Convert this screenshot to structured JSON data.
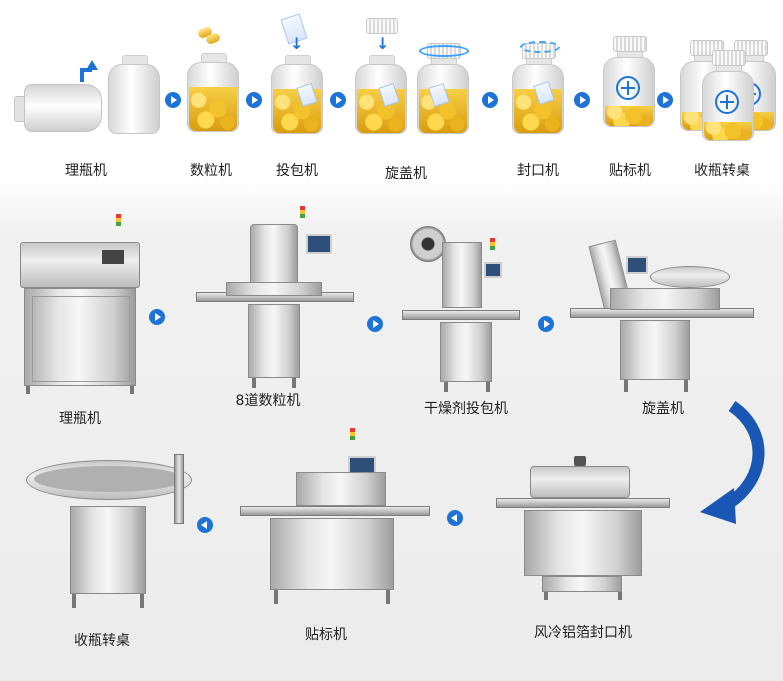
{
  "top_row": {
    "labels": [
      "理瓶机",
      "数粒机",
      "投包机",
      "旋盖机",
      "封口机",
      "贴标机",
      "收瓶转桌"
    ]
  },
  "process_flow": {
    "row1": [
      "理瓶机",
      "8道数粒机",
      "干燥剂投包机",
      "旋盖机"
    ],
    "row2": [
      "收瓶转桌",
      "贴标机",
      "风冷铝箔封口机"
    ]
  },
  "colors": {
    "arrow": "#1e73d8",
    "curve_arrow": "#1a56b4",
    "capsule": "#f2c230",
    "steel": "#d4d4d4"
  },
  "icons": {
    "flow_arrow": "arrow-right-circle-icon",
    "flow_arrow_back": "arrow-left-circle-icon",
    "turn": "curved-arrow-icon"
  }
}
